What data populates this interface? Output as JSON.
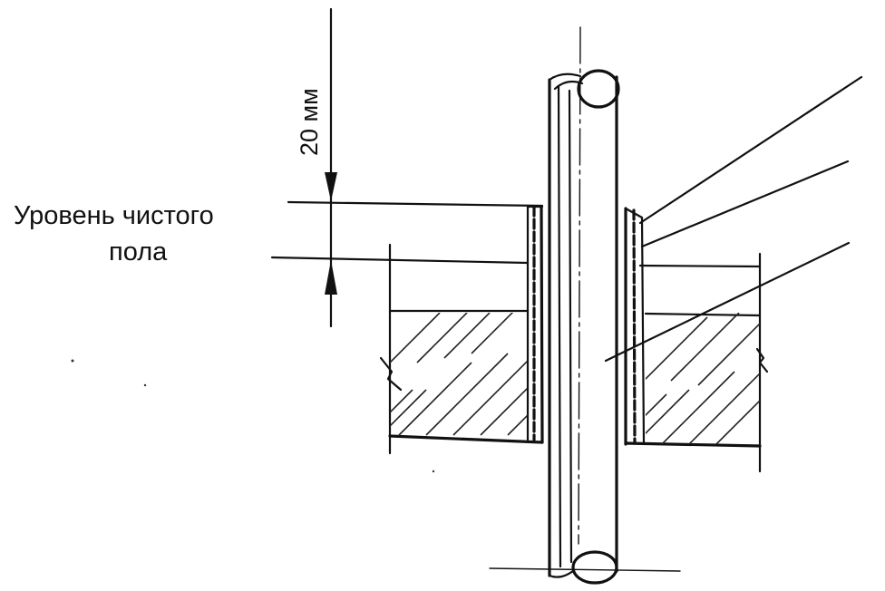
{
  "labels": {
    "floor_level_line1": "Уровень чистого",
    "floor_level_line2": "пола",
    "dimension": "20 мм"
  },
  "colors": {
    "ink": "#111111",
    "background": "#ffffff"
  }
}
